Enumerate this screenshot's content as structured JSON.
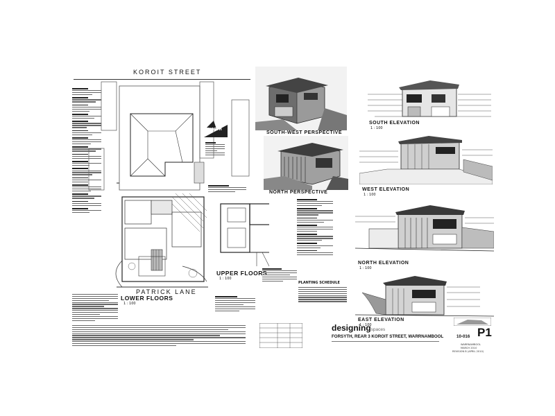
{
  "site": {
    "street": "KOROIT STREET",
    "lane": "PATRICK LANE",
    "north": "NORTH"
  },
  "plans": {
    "lower": {
      "title": "LOWER FLOORS",
      "scale": "1 : 100"
    },
    "upper": {
      "title": "UPPER FLOORS",
      "scale": "1 : 100"
    }
  },
  "perspectives": {
    "south_west": "SOUTH-WEST PERSPECTIVE",
    "north": "NORTH PERSPECTIVE"
  },
  "elevations": {
    "south": {
      "title": "SOUTH ELEVATION",
      "scale": "1 : 100"
    },
    "west": {
      "title": "WEST ELEVATION",
      "scale": "1 : 100"
    },
    "north": {
      "title": "NORTH ELEVATION",
      "scale": "1 : 100"
    },
    "east": {
      "title": "EAST ELEVATION",
      "scale": "1 : 100"
    }
  },
  "planting": {
    "title": "PLANTING SCHEDULE"
  },
  "title_block": {
    "brand_bold": "designing",
    "brand_light": "spaces",
    "project": "FORSYTH, REAR 3 KOROIT STREET, WARRNAMBOOL",
    "job_number": "10-016",
    "sheet": "P1",
    "location": "WARRNAMBOOL",
    "date": "MARCH 2010",
    "revision": "REVISION B (APRIL 2010)"
  }
}
